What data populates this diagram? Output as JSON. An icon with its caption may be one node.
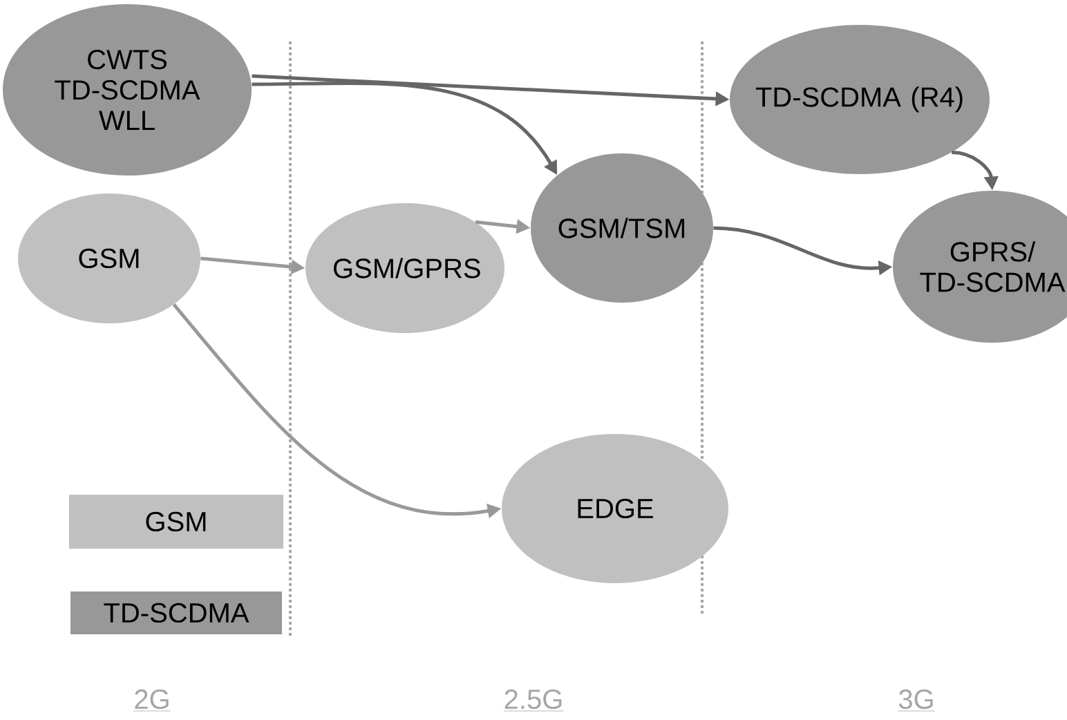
{
  "diagram": {
    "nodes": [
      {
        "text": [
          "CWTS TD-SCDMA WLL"
        ]
      },
      {
        "text": [
          "TD-SCDMA (R4)"
        ]
      },
      {
        "text": [
          "GSM"
        ]
      },
      {
        "text": [
          "GSM/GPRS"
        ]
      },
      {
        "text": [
          "GSM/TSM"
        ]
      },
      {
        "text": [
          "GPRS/ TD-SCDMA"
        ]
      },
      {
        "text": [
          "EDGE"
        ]
      }
    ],
    "edges": [
      {
        "from": 0,
        "to": 1,
        "arrow": "to"
      },
      {
        "from": 0,
        "to": 4,
        "arrow": "to"
      },
      {
        "from": 2,
        "to": 3,
        "arrow": "to",
        "color": "#999999"
      },
      {
        "from": 3,
        "to": 4,
        "arrow": "to",
        "color": "#999999"
      },
      {
        "from": 4,
        "to": 5,
        "arrow": "to"
      },
      {
        "from": 1,
        "to": 5,
        "arrow": "to"
      },
      {
        "from": 2,
        "to": 6,
        "arrow": "to",
        "color": "#999999"
      }
    ],
    "labels": [
      "2G",
      "2.5G",
      "3G"
    ],
    "legend": [
      {
        "text": "GSM",
        "color": "#c0c0c0"
      },
      {
        "text": "TD-SCDMA",
        "color": "#989898"
      }
    ]
  }
}
